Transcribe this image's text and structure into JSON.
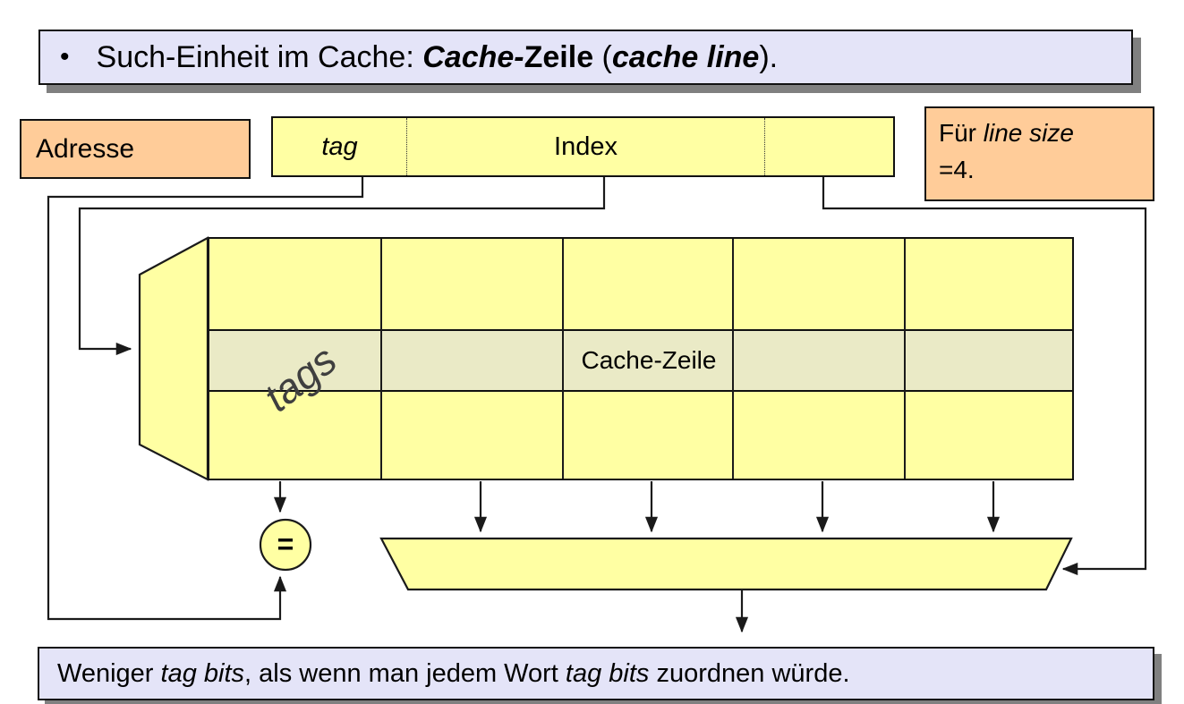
{
  "colors": {
    "background": "#ffffff",
    "banner_fill": "#e4e4f8",
    "border_color": "#111111",
    "shadow": "#808080",
    "orange_fill": "#ffcc99",
    "yellow_fill": "#ffffa3",
    "band_fill": "#eaeac6",
    "line_color": "#1a1a1a",
    "tags_text_color": "#3f3f3f"
  },
  "top_banner": {
    "bullet": "•",
    "text_prefix": "Such-Einheit im Cache: ",
    "emph1": "Cache-",
    "emph2": "Zeile",
    "paren": " (",
    "emph3": "cache line",
    "suffix": ")."
  },
  "address_label": {
    "text": "Adresse"
  },
  "address_bar": {
    "segments": [
      {
        "label": "tag",
        "style": "italic"
      },
      {
        "label": "Index",
        "style": "normal"
      },
      {
        "label": "",
        "style": "normal"
      }
    ]
  },
  "note_box": {
    "line1_prefix": "Für ",
    "line1_italic": "line size",
    "line2": "=4."
  },
  "cache_array": {
    "columns": 5,
    "rows": 3,
    "row_label": "Cache-Zeile",
    "tags_label": "tags"
  },
  "comparator": {
    "symbol": "="
  },
  "bottom_banner": {
    "prefix": "Weniger ",
    "italic1": "tag bits",
    "middle": ", als wenn man jedem Wort ",
    "italic2": "tag bits",
    "suffix": " zuordnen würde."
  }
}
